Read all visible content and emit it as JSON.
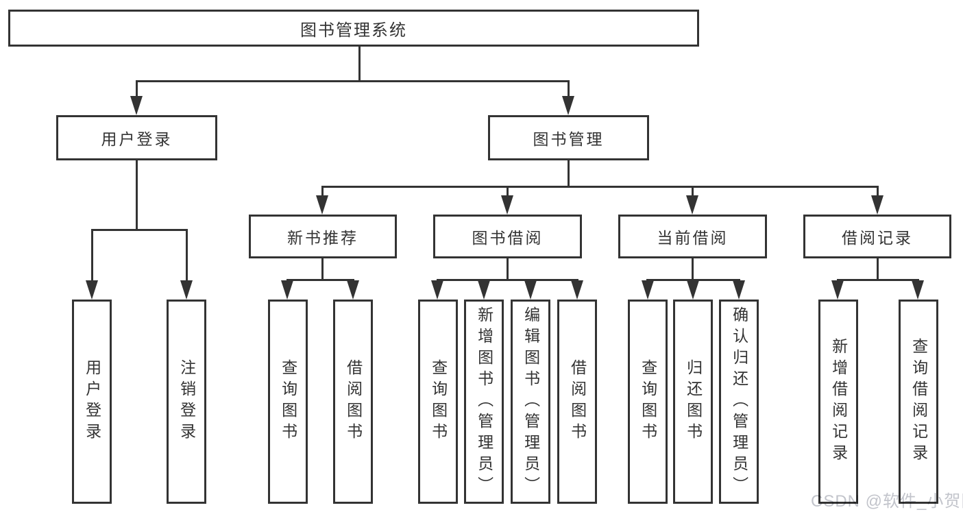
{
  "diagram": {
    "root_label": "图书管理系统",
    "branches": [
      {
        "label": "用户登录",
        "children": [
          {
            "label": "用户登录"
          },
          {
            "label": "注销登录"
          }
        ]
      },
      {
        "label": "图书管理",
        "children": [
          {
            "label": "新书推荐",
            "children": [
              {
                "label": "查询图书"
              },
              {
                "label": "借阅图书"
              }
            ]
          },
          {
            "label": "图书借阅",
            "children": [
              {
                "label": "查询图书"
              },
              {
                "label": "新增图书（管理员）"
              },
              {
                "label": "编辑图书（管理员）"
              },
              {
                "label": "借阅图书"
              }
            ]
          },
          {
            "label": "当前借阅",
            "children": [
              {
                "label": "查询图书"
              },
              {
                "label": "归还图书"
              },
              {
                "label": "确认归还（管理员）"
              }
            ]
          },
          {
            "label": "借阅记录",
            "children": [
              {
                "label": "新增借阅记录"
              },
              {
                "label": "查询借阅记录"
              }
            ]
          }
        ]
      }
    ]
  },
  "watermark": {
    "text": "CSDN @软件_小贺同学"
  },
  "colors": {
    "line": "#333333",
    "text": "#333333",
    "watermark": "#c2c4cb",
    "background": "#ffffff"
  }
}
